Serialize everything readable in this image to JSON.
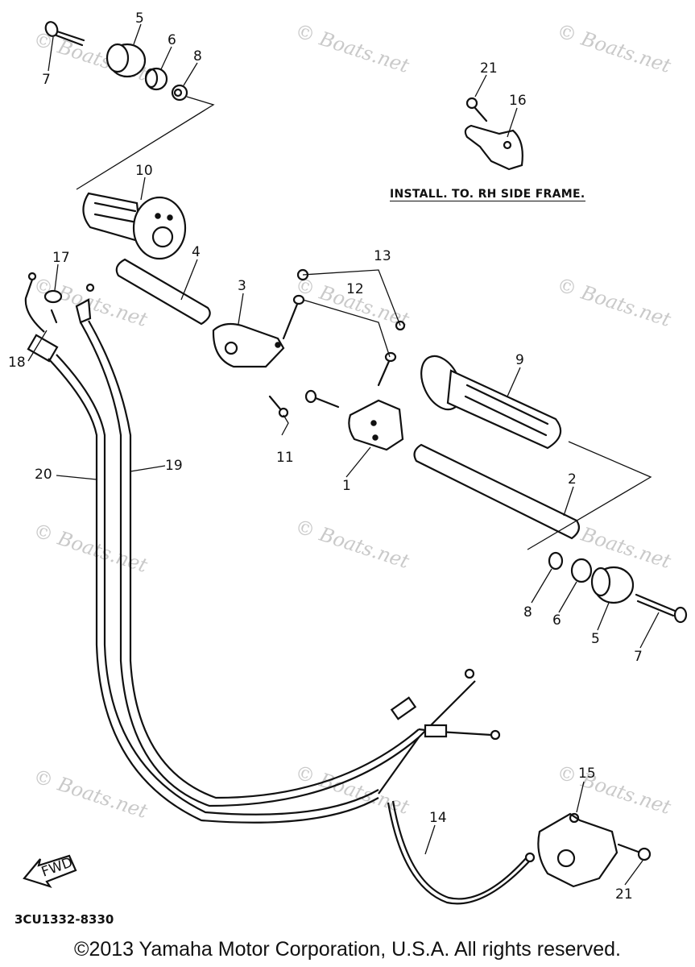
{
  "install_note": "INSTALL. TO. RH SIDE FRAME.",
  "diagram_code": "3CU1332-8330",
  "copyright": "©2013 Yamaha Motor Corporation, U.S.A. All rights reserved.",
  "fwd_label": "FWD",
  "watermark": "© Boats.net",
  "callouts": {
    "c1": "1",
    "c2": "2",
    "c3": "3",
    "c4": "4",
    "c5a": "5",
    "c5b": "5",
    "c6a": "6",
    "c6b": "6",
    "c7a": "7",
    "c7b": "7",
    "c8a": "8",
    "c8b": "8",
    "c9": "9",
    "c10": "10",
    "c11": "11",
    "c12": "12",
    "c13": "13",
    "c14": "14",
    "c15": "15",
    "c16": "16",
    "c17": "17",
    "c18": "18",
    "c19": "19",
    "c20": "20",
    "c21a": "21",
    "c21b": "21"
  }
}
